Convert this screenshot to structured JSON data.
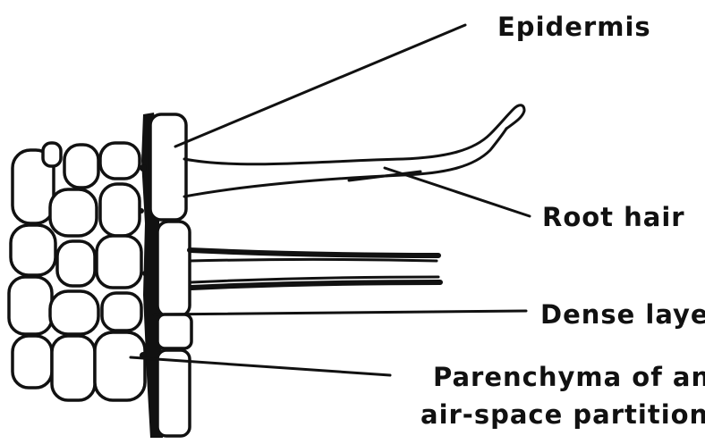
{
  "labels": {
    "epidermis": "Epidermis",
    "root_hair": "Root hair",
    "dense_layer": "Dense layer",
    "parenchyma_line1": "Parenchyma of an",
    "parenchyma_line2": "air-space partition"
  }
}
